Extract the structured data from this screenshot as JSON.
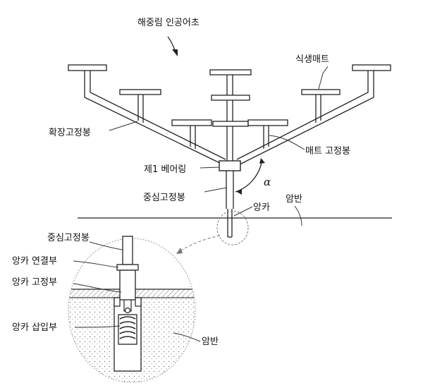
{
  "labels": {
    "title": "해중림 인공어초",
    "planting_mat": "식생매트",
    "expansion_rod": "확장고정봉",
    "mat_rod": "매트 고정봉",
    "bearing_ring": "제1 베어링",
    "central_rod": "중심고정봉",
    "angle": "α",
    "anchor": "앙카",
    "bedrock": "암반",
    "detail_central_rod": "중심고정봉",
    "anchor_connector": "앙카 연결부",
    "anchor_fixing": "앙카 고정부",
    "anchor_insert": "앙카 삽입부",
    "detail_bedrock": "암반"
  }
}
